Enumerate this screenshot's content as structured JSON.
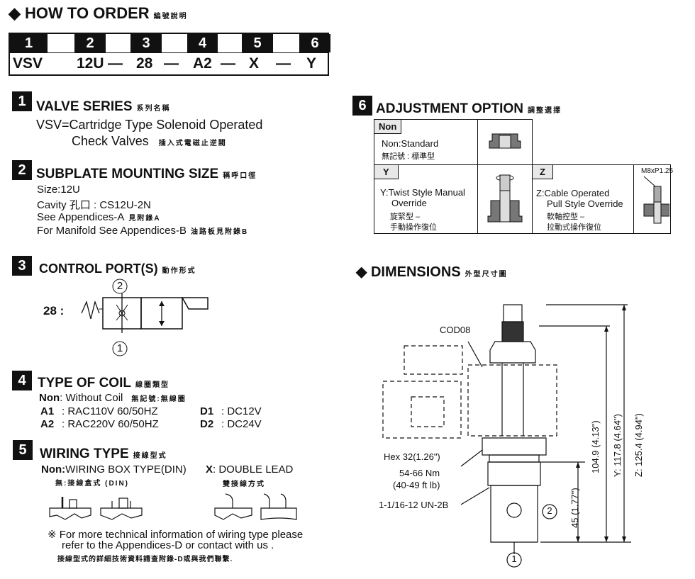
{
  "header": {
    "title": "HOW TO  ORDER",
    "title_cn": "編號說明"
  },
  "order": {
    "positions": [
      "1",
      "2",
      "3",
      "4",
      "5",
      "6"
    ],
    "values": [
      "VSV",
      "12U",
      "28",
      "A2",
      "X",
      "Y"
    ],
    "separator": "—"
  },
  "s1": {
    "num": "1",
    "title": "VALVE SERIES",
    "title_cn": "系列名稱",
    "line1": "VSV=Cartridge Type Solenoid Operated",
    "line2": "Check Valves",
    "line2_cn": "插入式電磁止逆閥"
  },
  "s2": {
    "num": "2",
    "title": "SUBPLATE MOUNTING SIZE",
    "title_cn": "稱呼口徑",
    "size": "Size:12U",
    "cavity": "Cavity 孔口 : CS12U-2N",
    "appA": "See Appendices-A",
    "appA_cn": "見附錄A",
    "appB": "For Manifold See Appendices-B",
    "appB_cn": "油路板見附錄B"
  },
  "s3": {
    "num": "3",
    "title": "CONTROL PORT(S)",
    "title_cn": "動作形式",
    "code": "28 :",
    "port_top": "2",
    "port_bottom": "1"
  },
  "s4": {
    "num": "4",
    "title": "TYPE OF COIL",
    "title_cn": "線圈類型",
    "non_code": "Non",
    "non_text": ": Without Coil",
    "non_cn": "無記號:無線圈",
    "items": [
      {
        "code": "A1",
        "text": ": RAC110V  60/50HZ"
      },
      {
        "code": "A2",
        "text": ": RAC220V  60/50HZ"
      },
      {
        "code": "D1",
        "text": ": DC12V"
      },
      {
        "code": "D2",
        "text": ": DC24V"
      }
    ]
  },
  "s5": {
    "num": "5",
    "title": "WIRING TYPE",
    "title_cn": "接線型式",
    "non_code": "Non:",
    "non_text": "WIRING BOX TYPE(DIN)",
    "non_cn": "無:接線盒式 (DIN)",
    "x_code": "X",
    "x_text": ": DOUBLE LEAD",
    "x_cn": "雙接線方式",
    "note1": "※ For more technical information of wiring type  please",
    "note2": "refer to the Appendices-D or contact with us .",
    "note_cn": "接線型式的詳細技術資料請查附錄-D或與我們聯繫."
  },
  "s6": {
    "num": "6",
    "title": "ADJUSTMENT OPTION",
    "title_cn": "調整選擇",
    "non": {
      "tag": "Non",
      "text": "Non:Standard",
      "cn": "無記號 : 標準型"
    },
    "y": {
      "tag": "Y",
      "text1": "Y:Twist Style Manual",
      "text2": "Override",
      "cn1": "旋緊型 –",
      "cn2": "手動操作復位"
    },
    "z": {
      "tag": "Z",
      "text1": "Z:Cable Operated",
      "text2": "Pull Style Override",
      "cn1": "軟軸控型 –",
      "cn2": "拉動式操作復位",
      "thread": "M8xP1.25"
    }
  },
  "dims": {
    "title": "DIMENSIONS",
    "title_cn": "外型尺寸圖",
    "cod": "COD08",
    "hex": "Hex 32(1.26\")",
    "torque1": "54-66 Nm",
    "torque2": "(40-49 ft lb)",
    "thread": "1-1/16-12 UN-2B",
    "d45": "45 (1.77\")",
    "d104": "104.9 (4.13\")",
    "dY": "Y: 117.8 (4.64\")",
    "dZ": "Z: 125.4 (4.94\")",
    "port2": "2",
    "port1": "1"
  }
}
